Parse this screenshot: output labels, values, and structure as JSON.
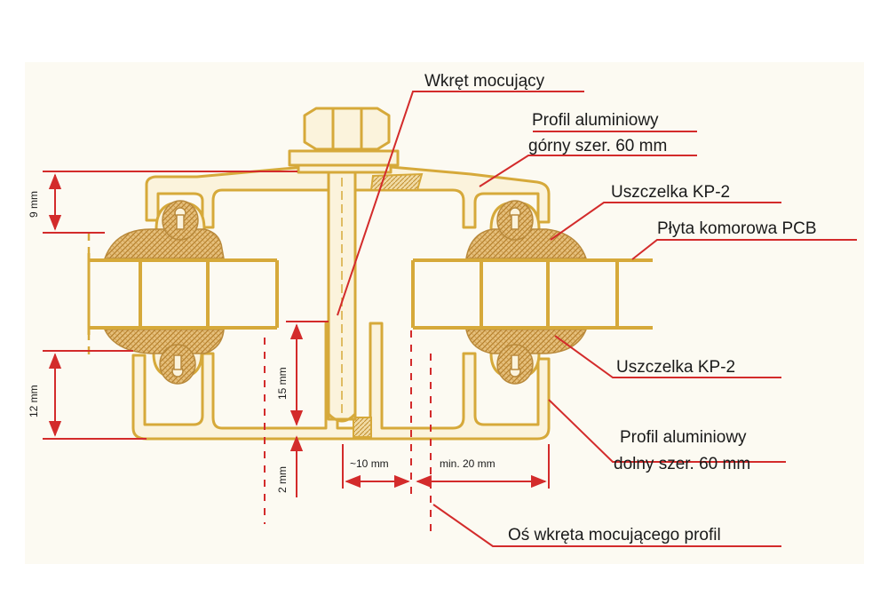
{
  "labels": {
    "screw": "Wkręt mocujący",
    "top_profile_line1": "Profil aluminiowy",
    "top_profile_line2": "górny szer. 60 mm",
    "gasket_top": "Uszczelka KP-2",
    "pcb_sheet": "Płyta komorowa PCB",
    "gasket_bottom": "Uszczelka KP-2",
    "bottom_profile_line1": "Profil aluminiowy",
    "bottom_profile_line2": "dolny szer. 60 mm",
    "screw_axis": "Oś wkręta mocującego profil"
  },
  "dimensions": {
    "d9": "9 mm",
    "d12": "12 mm",
    "d15": "15 mm",
    "d2": "2 mm",
    "d10": "~10 mm",
    "d20": "min. 20 mm"
  },
  "colors": {
    "background": "#fcfaf2",
    "profile": "#d6a93a",
    "profile_fill": "#fbf3dc",
    "gasket": "#dcae62",
    "leader": "#d32b2b",
    "dimension": "#d32b2b",
    "text": "#1a1a1a"
  }
}
